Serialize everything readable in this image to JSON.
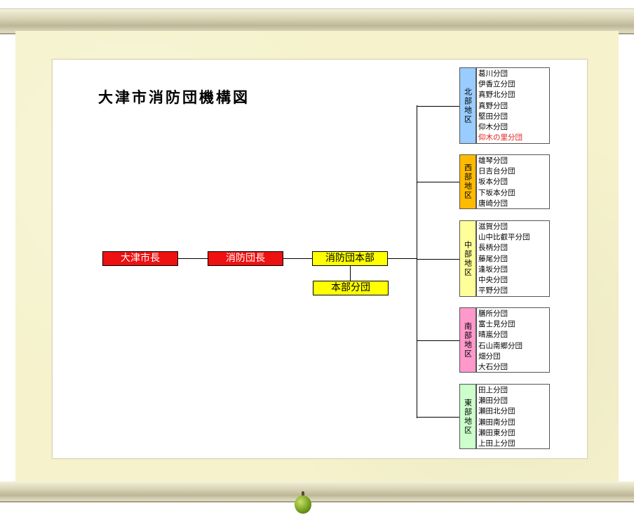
{
  "title": "大津市消防団機構図",
  "chain": {
    "mayor": "大津市長",
    "chief": "消防団長",
    "hq": "消防団本部",
    "hq_unit": "本部分団"
  },
  "districts": [
    {
      "name": "北部地区",
      "color": "#99ccff",
      "units": [
        {
          "name": "葛川分団"
        },
        {
          "name": "伊香立分団"
        },
        {
          "name": "真野北分団"
        },
        {
          "name": "真野分団"
        },
        {
          "name": "堅田分団"
        },
        {
          "name": "仰木分団"
        },
        {
          "name": "仰木の里分団",
          "highlight": true
        }
      ]
    },
    {
      "name": "西部地区",
      "color": "#ffbb00",
      "units": [
        {
          "name": "雄琴分団"
        },
        {
          "name": "日吉台分団"
        },
        {
          "name": "坂本分団"
        },
        {
          "name": "下坂本分団"
        },
        {
          "name": "唐崎分団"
        }
      ]
    },
    {
      "name": "中部地区",
      "color": "#ffff99",
      "units": [
        {
          "name": "滋賀分団"
        },
        {
          "name": "山中比叡平分団"
        },
        {
          "name": "長柄分団"
        },
        {
          "name": "藤尾分団"
        },
        {
          "name": "逢坂分団"
        },
        {
          "name": "中央分団"
        },
        {
          "name": "平野分団"
        }
      ]
    },
    {
      "name": "南部地区",
      "color": "#ff99cc",
      "units": [
        {
          "name": "膳所分団"
        },
        {
          "name": "富士見分団"
        },
        {
          "name": "晴嵐分団"
        },
        {
          "name": "石山南郷分団"
        },
        {
          "name": "畑分団"
        },
        {
          "name": "大石分団"
        }
      ]
    },
    {
      "name": "東部地区",
      "color": "#ccffcc",
      "units": [
        {
          "name": "田上分団"
        },
        {
          "name": "瀬田分団"
        },
        {
          "name": "瀬田北分団"
        },
        {
          "name": "瀬田南分団"
        },
        {
          "name": "瀬田東分団"
        },
        {
          "name": "上田上分団"
        }
      ]
    }
  ]
}
